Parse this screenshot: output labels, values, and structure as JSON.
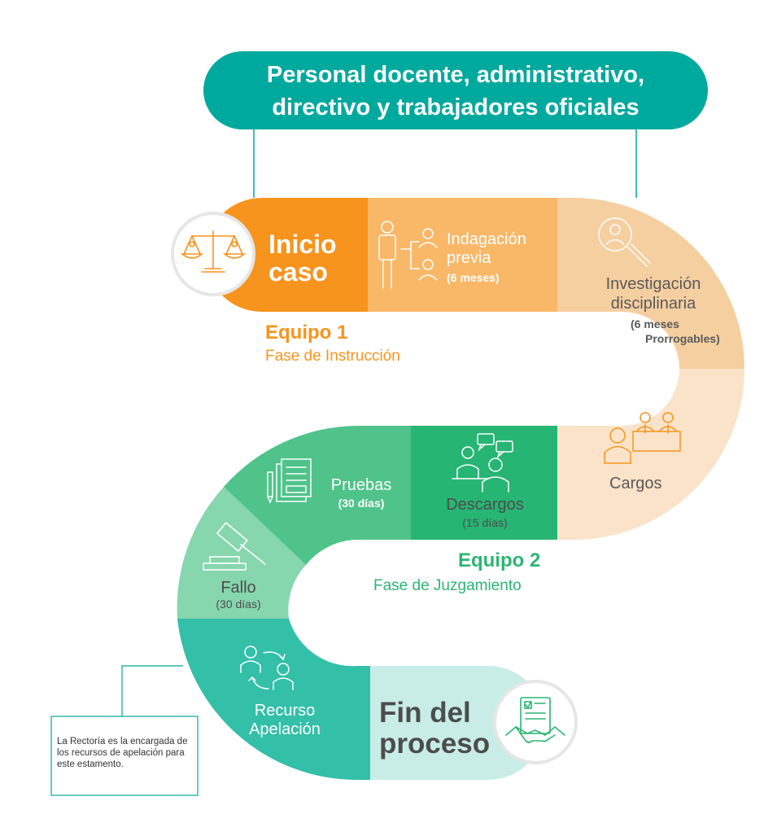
{
  "header": {
    "line1": "Personal docente, administrativo,",
    "line2": "directivo y trabajadores oficiales"
  },
  "start": {
    "line1": "Inicio",
    "line2": "caso"
  },
  "stages": {
    "indagacion": {
      "line1": "Indagación",
      "line2": "previa",
      "duration": "(6 meses)"
    },
    "investigacion": {
      "line1": "Investigación",
      "line2": "disciplinaria",
      "duration_line1": "(6 meses",
      "duration_line2": "Prorrogables)"
    },
    "cargos": {
      "title": "Cargos"
    },
    "descargos": {
      "title": "Descargos",
      "duration": "(15 días)"
    },
    "pruebas": {
      "title": "Pruebas",
      "duration": "(30 días)"
    },
    "fallo": {
      "title": "Fallo",
      "duration": "(30 días)"
    },
    "recurso": {
      "line1": "Recurso",
      "line2": "Apelación"
    }
  },
  "end": {
    "line1": "Fin del",
    "line2": "proceso"
  },
  "team1": {
    "title": "Equipo 1",
    "phase": "Fase de Instrucción"
  },
  "team2": {
    "title": "Equipo 2",
    "phase": "Fase de Juzgamiento"
  },
  "note": {
    "text": "La Rectoría es la encargada de los recursos de apelación para este estamento."
  },
  "colors": {
    "header": "#00a99d",
    "inicio": "#f7941d",
    "indagacion": "#f9b868",
    "investigacion": "#f5cfa0",
    "cargos": "#fae3c9",
    "descargos": "#27b574",
    "pruebas": "#4fc38a",
    "fallo": "#86d6ae",
    "recurso": "#33bfa8",
    "fin": "#c7ede6",
    "team1": "#f7941d",
    "team2": "#2bb673"
  },
  "icons": {
    "start": "scales-of-justice-icon",
    "indagacion": "people-hierarchy-icon",
    "investigacion": "magnifier-person-icon",
    "cargos": "tribunal-icon",
    "descargos": "conversation-icon",
    "pruebas": "documents-pen-icon",
    "fallo": "gavel-icon",
    "recurso": "exchange-people-icon",
    "end": "contract-handshake-icon"
  }
}
